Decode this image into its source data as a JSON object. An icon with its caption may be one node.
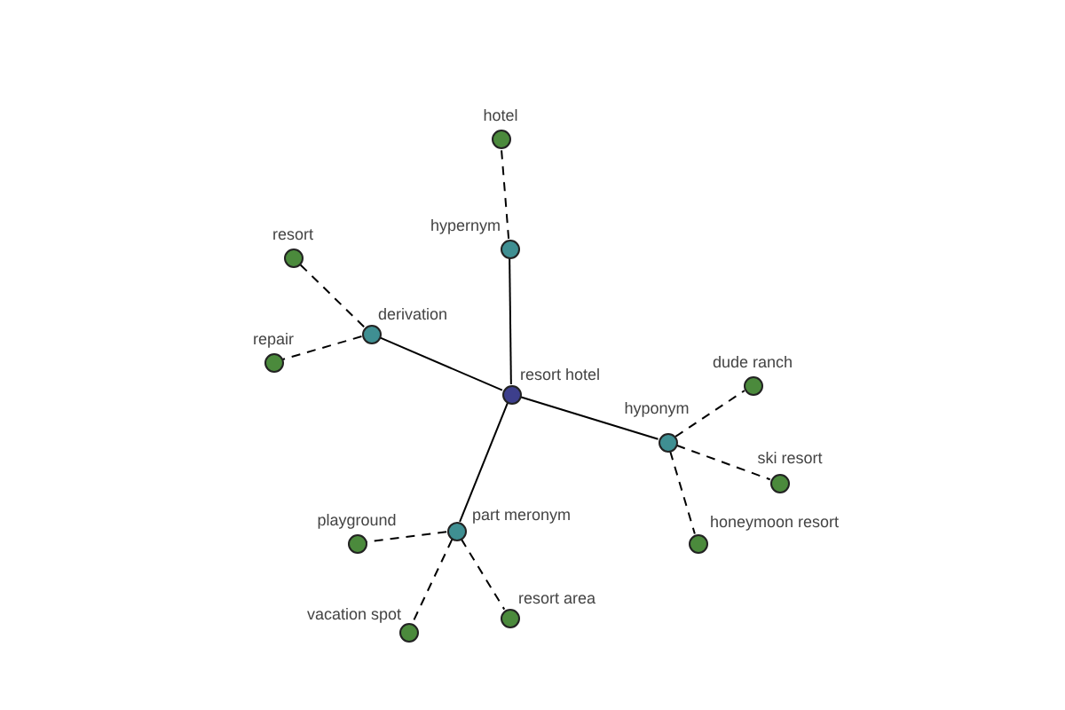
{
  "diagram": {
    "nodes": [
      {
        "text": [],
        "shape": "circle",
        "beside": [
          "resort hotel"
        ]
      },
      {
        "text": [],
        "shape": "circle",
        "beside": [
          "hypernym"
        ]
      },
      {
        "text": [],
        "shape": "circle",
        "beside": [
          "hotel"
        ]
      },
      {
        "text": [],
        "shape": "circle",
        "beside": [
          "derivation"
        ]
      },
      {
        "text": [],
        "shape": "circle",
        "beside": [
          "resort"
        ]
      },
      {
        "text": [],
        "shape": "circle",
        "beside": [
          "repair"
        ]
      },
      {
        "text": [],
        "shape": "circle",
        "beside": [
          "hyponym"
        ]
      },
      {
        "text": [],
        "shape": "circle",
        "beside": [
          "dude ranch"
        ]
      },
      {
        "text": [],
        "shape": "circle",
        "beside": [
          "ski resort"
        ]
      },
      {
        "text": [],
        "shape": "circle",
        "beside": [
          "honeymoon resort"
        ]
      },
      {
        "text": [],
        "shape": "circle",
        "beside": [
          "part meronym"
        ]
      },
      {
        "text": [],
        "shape": "circle",
        "beside": [
          "playground"
        ]
      },
      {
        "text": [],
        "shape": "circle",
        "beside": [
          "vacation spot"
        ]
      },
      {
        "text": [],
        "shape": "circle",
        "beside": [
          "resort area"
        ]
      }
    ],
    "edges": [
      {
        "from": 0,
        "to": 1,
        "arrow": "none"
      },
      {
        "from": 1,
        "to": 2,
        "arrow": "none",
        "style": "dashed"
      },
      {
        "from": 0,
        "to": 3,
        "arrow": "none"
      },
      {
        "from": 3,
        "to": 4,
        "arrow": "none",
        "style": "dashed"
      },
      {
        "from": 3,
        "to": 5,
        "arrow": "none",
        "style": "dashed"
      },
      {
        "from": 0,
        "to": 6,
        "arrow": "none"
      },
      {
        "from": 6,
        "to": 7,
        "arrow": "none",
        "style": "dashed"
      },
      {
        "from": 6,
        "to": 8,
        "arrow": "none",
        "style": "dashed"
      },
      {
        "from": 6,
        "to": 9,
        "arrow": "none",
        "style": "dashed"
      },
      {
        "from": 0,
        "to": 10,
        "arrow": "none"
      },
      {
        "from": 10,
        "to": 11,
        "arrow": "none",
        "style": "dashed"
      },
      {
        "from": 10,
        "to": 12,
        "arrow": "none",
        "style": "dashed"
      },
      {
        "from": 10,
        "to": 13,
        "arrow": "none",
        "style": "dashed"
      }
    ]
  }
}
